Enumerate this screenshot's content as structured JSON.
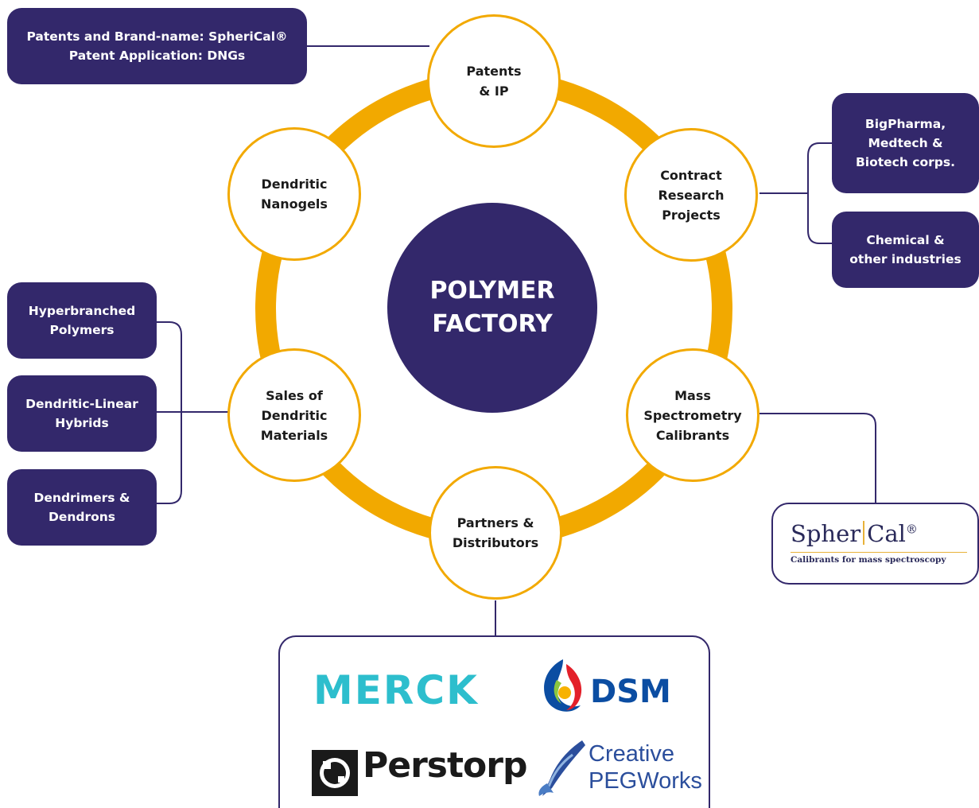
{
  "center": {
    "line1": "POLYMER",
    "line2": "FACTORY"
  },
  "nodes": {
    "patents": {
      "line1": "Patents",
      "line2": "& IP"
    },
    "contract": {
      "line1": "Contract",
      "line2": "Research",
      "line3": "Projects"
    },
    "mass_spec": {
      "line1": "Mass",
      "line2": "Spectrometry",
      "line3": "Calibrants"
    },
    "partners": {
      "line1": "Partners &",
      "line2": "Distributors"
    },
    "sales": {
      "line1": "Sales of",
      "line2": "Dendritic",
      "line3": "Materials"
    },
    "nanogels": {
      "line1": "Dendritic",
      "line2": "Nanogels"
    }
  },
  "boxes": {
    "patents_info": {
      "line1": "Patents and Brand-name: SpheriCal®",
      "line2": "Patent Application: DNGs"
    },
    "bigpharma": {
      "line1": "BigPharma,",
      "line2": "Medtech &",
      "line3": "Biotech corps."
    },
    "chemical": {
      "line1": "Chemical &",
      "line2": "other industries"
    },
    "hyperbranched": {
      "line1": "Hyperbranched",
      "line2": "Polymers"
    },
    "dendritic_linear": {
      "line1": "Dendritic-Linear",
      "line2": "Hybrids"
    },
    "dendrimers": {
      "line1": "Dendrimers &",
      "line2": "Dendrons"
    }
  },
  "spherical_logo": {
    "name_part1": "Spher",
    "name_part2": "Cal",
    "registered": "®",
    "tagline": "Calibrants for mass spectroscopy"
  },
  "partner_logos": {
    "merck": "MERCK",
    "dsm": "DSM",
    "perstorp": "Perstorp",
    "creative_line1": "Creative",
    "creative_line2": "PEGWorks"
  },
  "colors": {
    "navy": "#33286b",
    "ring": "#f2a900",
    "merck": "#2dbecd",
    "dsm_blue": "#0b4da2"
  }
}
